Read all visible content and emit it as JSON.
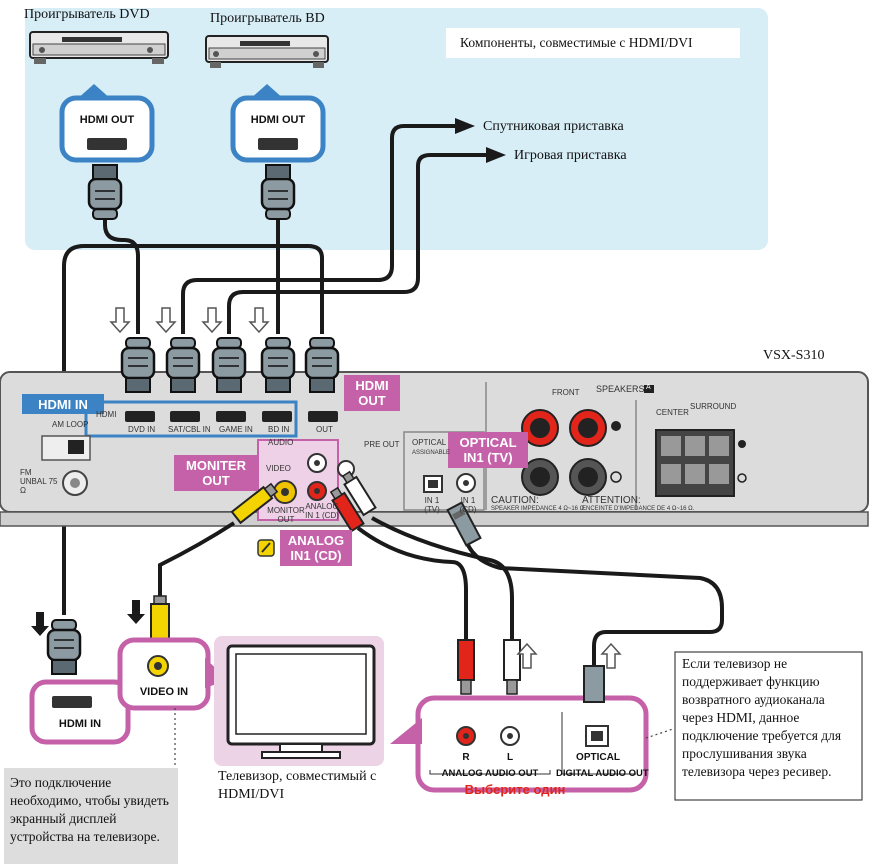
{
  "devices": {
    "dvd_player": "Проигрыватель DVD",
    "bd_player": "Проигрыватель BD",
    "compatible_components": "Компоненты, совместимые с HDMI/DVI",
    "satellite_box": "Спутниковая приставка",
    "game_console": "Игровая приставка",
    "receiver_model": "VSX-S310",
    "tv": "Телевизор, совместимый с HDMI/DVI"
  },
  "connectors": {
    "hdmi_out": "HDMI OUT",
    "hdmi_in": "HDMI IN",
    "video_in": "VIDEO IN",
    "analog_audio_out": "ANALOG AUDIO OUT",
    "digital_audio_out": "DIGITAL AUDIO OUT",
    "optical": "OPTICAL",
    "r": "R",
    "l": "L",
    "choose_one": "Выберите один"
  },
  "panel": {
    "hdmi_in_tag": "HDMI IN",
    "hdmi_out_tag": "HDMI OUT",
    "monitor_out_tag": "MONITER OUT",
    "optical_in_tag": "OPTICAL IN1 (TV)",
    "analog_in_tag": "ANALOG IN1 (CD)",
    "port_hdmi": "HDMI",
    "port_dvd": "DVD IN",
    "port_sat": "SAT/CBL IN",
    "port_game": "GAME IN",
    "port_bd": "BD IN",
    "port_out": "OUT",
    "am_loop": "AM LOOP",
    "fm_unbal": "FM UNBAL 75 Ω",
    "audio": "AUDIO",
    "video": "VIDEO",
    "monitor_out_small": "MONITOR OUT",
    "pre_out": "PRE OUT",
    "analog_small": "ANALOG IN 1 (CD)",
    "optical_small": "OPTICAL",
    "assignable": "ASSIGNABLE",
    "in1_tv": "IN 1 (TV)",
    "in1_cd": "IN 1 (CD)",
    "front": "FRONT",
    "speakers": "SPEAKERS",
    "speakers_badge": "A",
    "center": "CENTER",
    "surround": "SURROUND",
    "caution": "CAUTION:",
    "caution_text": "SPEAKER IMPEDANCE 4 Ω~16 Ω.",
    "attention": "ATTENTION:",
    "attention_text": "ENCEINTE D'IMPEDANCE DE 4 Ω~16 Ω."
  },
  "notes": {
    "osd_note": "Это подключение необходимо, чтобы увидеть экранный дисплей устройства на телевизоре.",
    "arc_note": "Если телевизор не поддерживает функцию возвратного аудиоканала через HDMI, данное подключение требуется для прослушивания звука телевизора через ресивер."
  },
  "colors": {
    "top_panel": "#d7eef7",
    "magenta": "#c561a8",
    "hdmi_blue": "#3b83c4",
    "tv_pink": "#ecd3e6",
    "receiver": "#dcdcdc",
    "note_gray": "#dddddd",
    "choose_red": "#e1251b"
  }
}
